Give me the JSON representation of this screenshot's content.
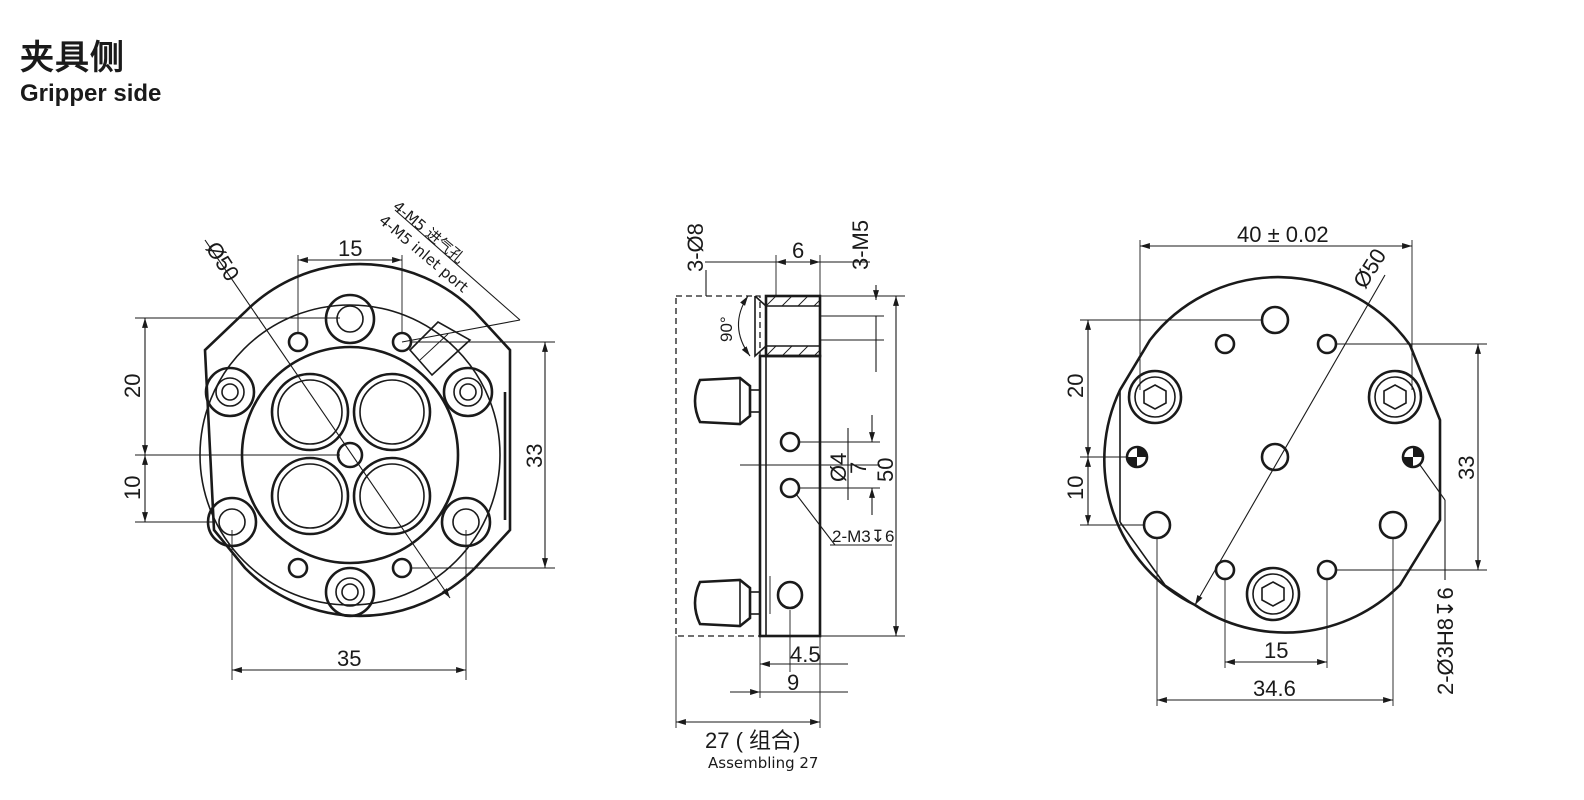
{
  "header": {
    "title_zh": "夹具侧",
    "title_en": "Gripper side"
  },
  "left_view": {
    "diameter": "Ø50",
    "dim_top": "15",
    "dim_left_upper": "20",
    "dim_left_lower": "10",
    "dim_right": "33",
    "dim_bottom": "35",
    "port_note_zh": "4-M5 进气孔",
    "port_note_en": "4-M5 inlet port"
  },
  "side_view": {
    "holes_note": "3-Ø8",
    "thread_note": "3-M5",
    "dim_top": "6",
    "angle": "90°",
    "dim_phi4": "Ø4",
    "dim_7": "7",
    "dim_50": "50",
    "thread_note_2": "2-M3↧6",
    "dim_4_5": "4.5",
    "dim_9": "9",
    "dim_assembly": "27 ( 组合)",
    "dim_assembly_en": "Assembling 27"
  },
  "right_view": {
    "dim_top": "40 ± 0.02",
    "diameter": "Ø50",
    "dim_left_upper": "20",
    "dim_left_lower": "10",
    "dim_right": "33",
    "dim_15": "15",
    "dim_34_6": "34.6",
    "pin_note": "2-Ø3H8↧6"
  }
}
